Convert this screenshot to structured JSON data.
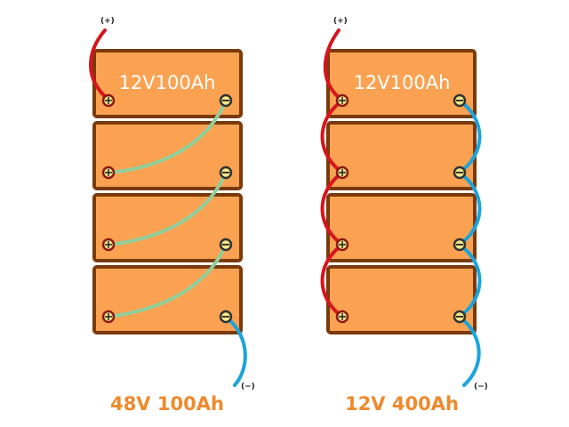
{
  "colors": {
    "battery_fill": "#fba252",
    "battery_border": "#7a3a0a",
    "positive_wire": "#d8141c",
    "negative_wire": "#1aa4dc",
    "series_link": "#8fcf9c",
    "terminal_fill": "#f4e88a",
    "positive_terminal_ring": "#8b1a14",
    "negative_terminal_ring": "#333333",
    "caption": "#ee8a2c"
  },
  "series_diagram": {
    "positive_label": "(+)",
    "negative_label": "(−)",
    "battery_label": "12V100Ah",
    "battery_count": 4,
    "caption": "48V 100Ah",
    "connection": "series"
  },
  "parallel_diagram": {
    "positive_label": "(+)",
    "negative_label": "(−)",
    "battery_label": "12V100Ah",
    "battery_count": 4,
    "caption": "12V 400Ah",
    "connection": "parallel"
  },
  "terminal_symbols": {
    "positive": "+",
    "negative": "−"
  }
}
